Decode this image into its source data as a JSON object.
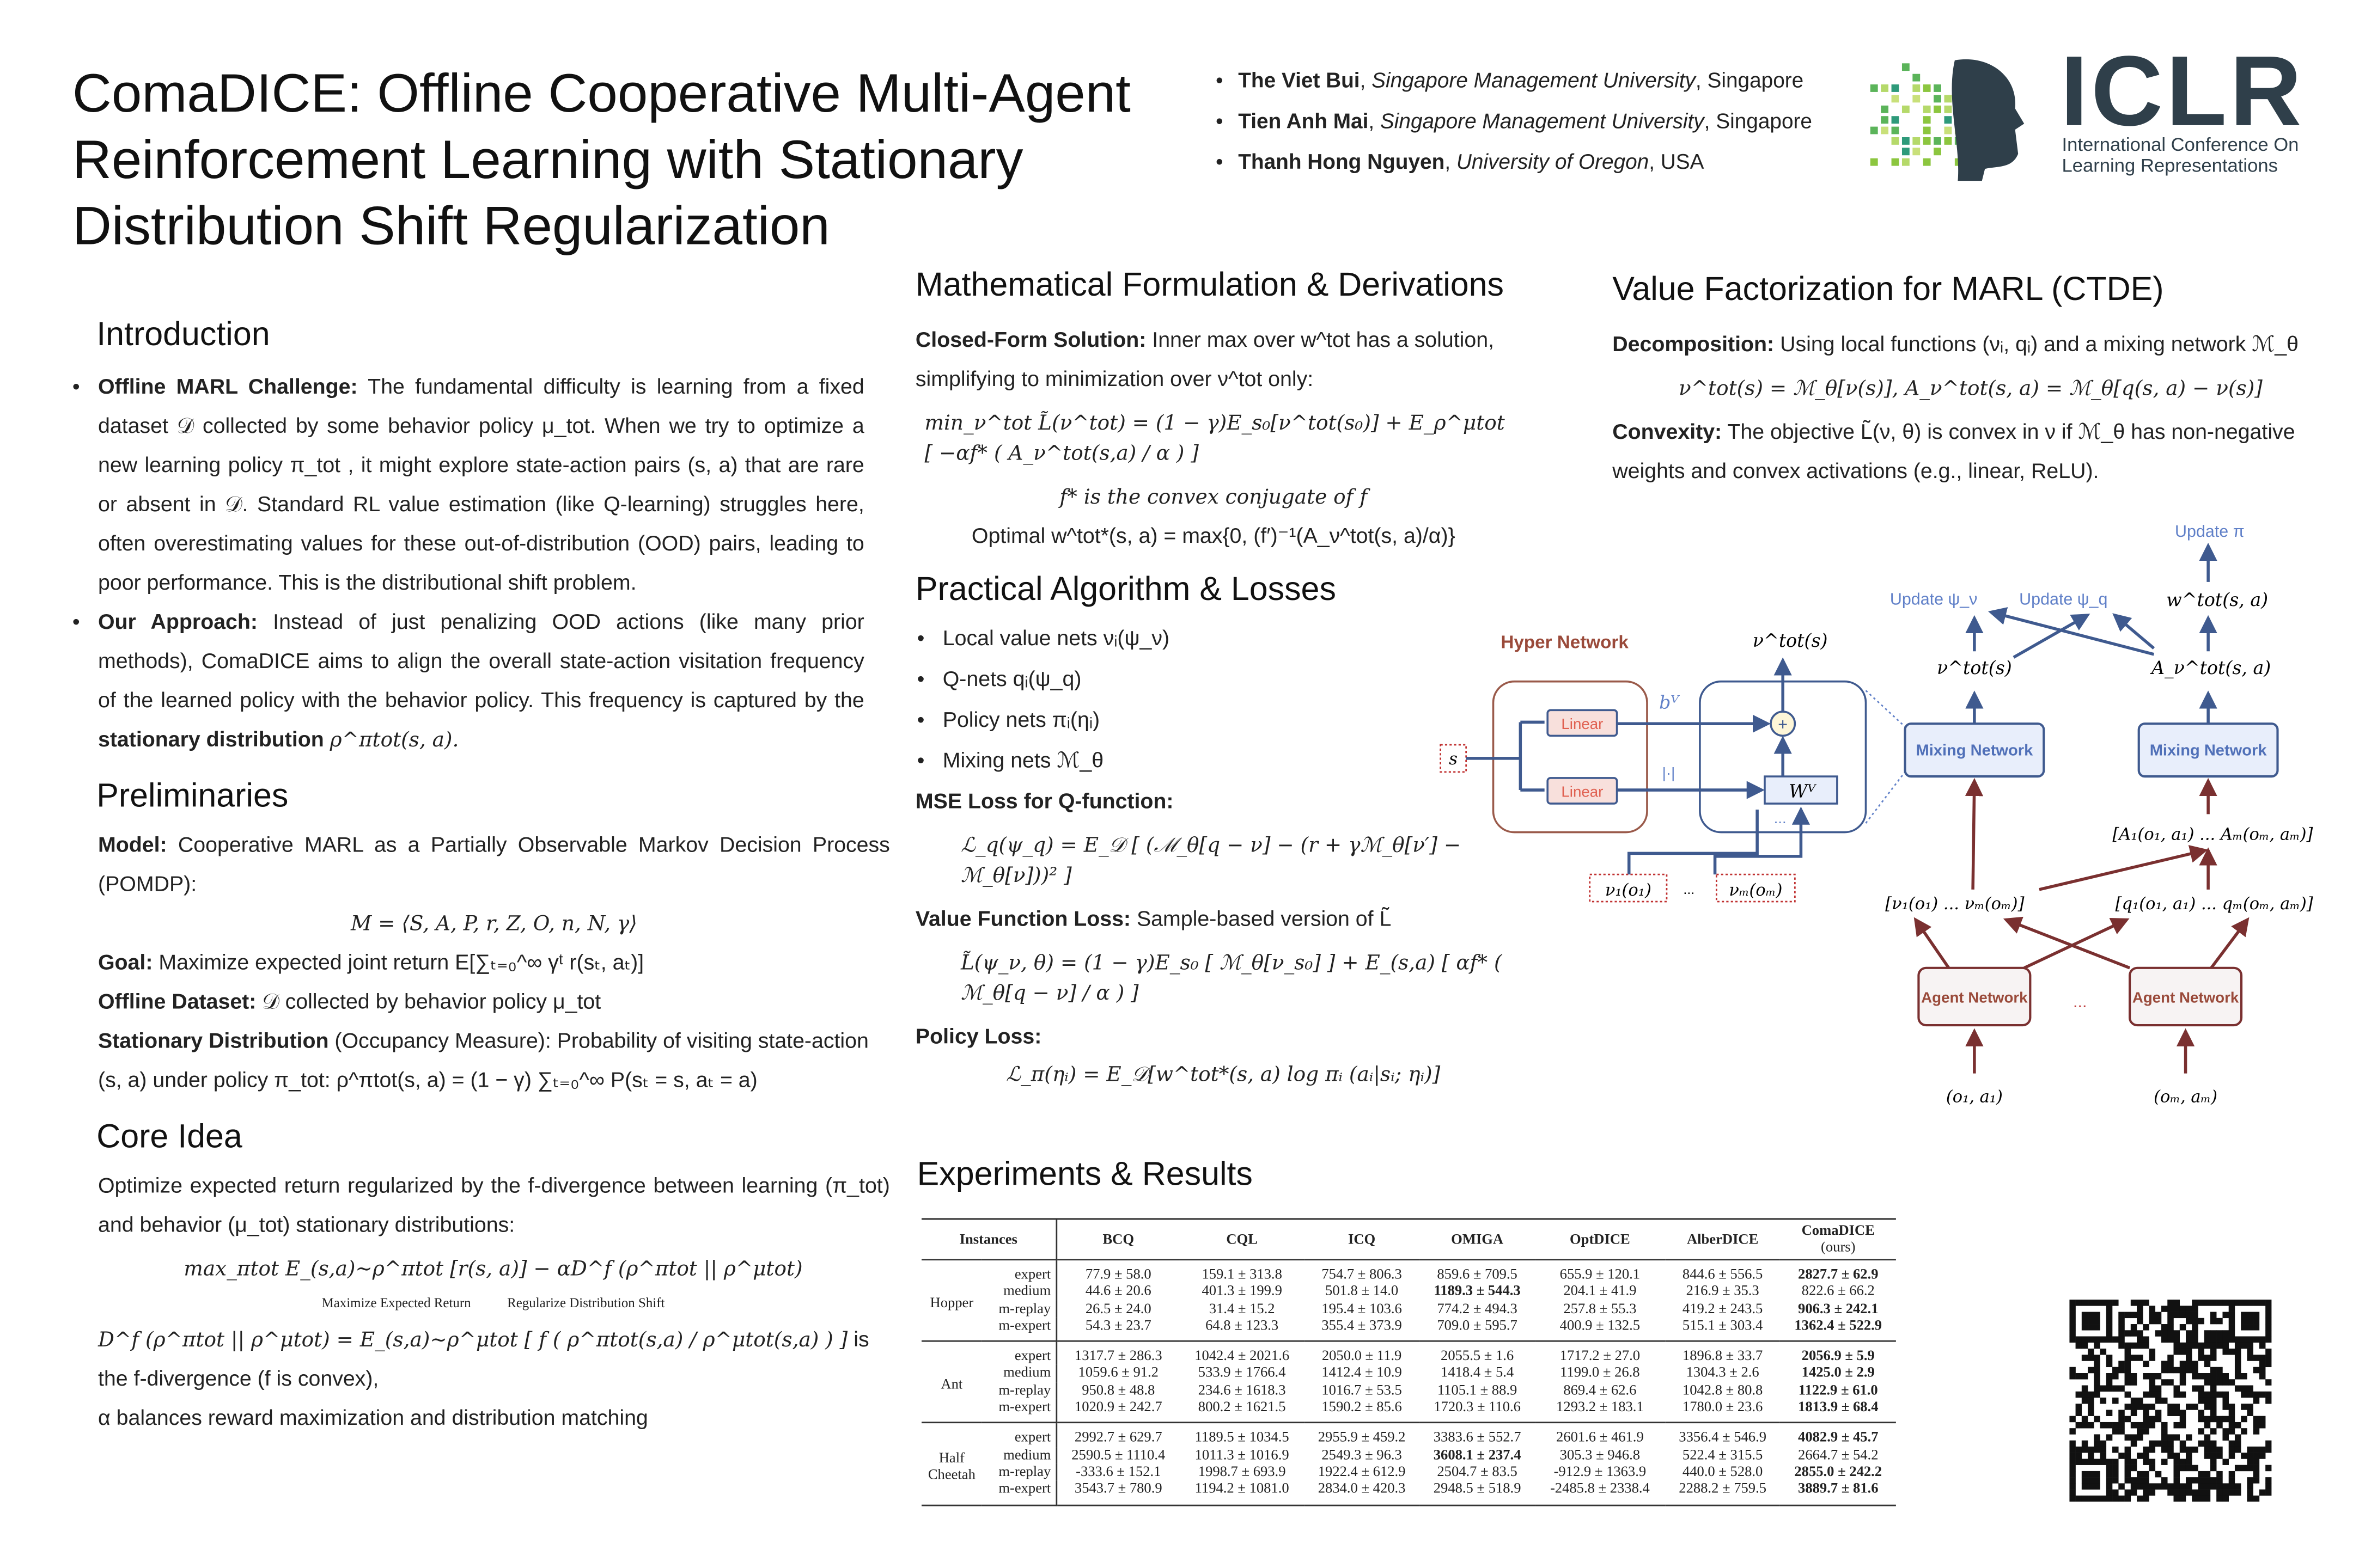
{
  "title": "ComaDICE: Offline Cooperative Multi-Agent Reinforcement Learning with Stationary Distribution Shift Regularization",
  "authors": [
    {
      "name": "The Viet Bui",
      "affiliation": "Singapore Management University",
      "location": "Singapore"
    },
    {
      "name": "Tien Anh Mai",
      "affiliation": "Singapore Management University",
      "location": "Singapore"
    },
    {
      "name": "Thanh Hong Nguyen",
      "affiliation": "University of Oregon",
      "location": "USA"
    }
  ],
  "logo": {
    "text": "ICLR",
    "subtitle_1": "International Conference On",
    "subtitle_2": "Learning Representations",
    "colors": {
      "dark": "#2f3f4a",
      "green": "#8cc63f"
    }
  },
  "introduction": {
    "heading": "Introduction",
    "bullets": [
      {
        "lead": "Offline MARL Challenge:",
        "text": "The fundamental difficulty is learning from a fixed dataset 𝒟 collected by some behavior policy μ_tot. When we try to optimize a new learning policy π_tot , it might explore state-action pairs (s, a) that are rare or absent in 𝒟. Standard RL value estimation (like Q-learning) struggles here, often overestimating values for these out-of-distribution (OOD) pairs, leading to poor performance. This is the distributional shift problem."
      },
      {
        "lead": "Our Approach:",
        "text": "Instead of just penalizing OOD actions (like many prior methods), ComaDICE aims to align the overall state-action visitation frequency of the learned policy with the behavior policy. This frequency is captured by the",
        "lead2": "stationary distribution",
        "tail": "ρ^πtot(s, a)."
      }
    ]
  },
  "preliminaries": {
    "heading": "Preliminaries",
    "model_lead": "Model:",
    "model_text": "Cooperative MARL as a Partially Observable Markov Decision Process (POMDP):",
    "model_formula": "M = ⟨S, A, P, r, Z, O, n, N, γ⟩",
    "goal_lead": "Goal:",
    "goal_text": "Maximize expected joint return E[∑ₜ₌₀^∞ γᵗ r(sₜ, aₜ)]",
    "dataset_lead": "Offline Dataset:",
    "dataset_text": "𝒟 collected by behavior policy μ_tot",
    "stationary_lead": "Stationary Distribution",
    "stationary_text": "(Occupancy Measure): Probability of visiting state-action (s, a) under policy π_tot: ρ^πtot(s, a) = (1 − γ) ∑ₜ₌₀^∞ P(sₜ = s, aₜ = a)"
  },
  "core_idea": {
    "heading": "Core Idea",
    "text": "Optimize expected return regularized by the f-divergence between learning (π_tot) and behavior (μ_tot) stationary distributions:",
    "objective": "max_πtot  E_(s,a)∼ρ^πtot [r(s, a)]  −  αD^f (ρ^πtot || ρ^μtot)",
    "brace_left": "Maximize Expected Return",
    "brace_right": "Regularize Distribution Shift",
    "divergence_formula": "D^f (ρ^πtot || ρ^μtot) = E_(s,a)∼ρ^μtot [ f ( ρ^πtot(s,a) / ρ^μtot(s,a) ) ]",
    "divergence_text": "is the f-divergence (f is convex),",
    "alpha_text": "α balances reward maximization and distribution matching"
  },
  "math": {
    "heading": "Mathematical Formulation & Derivations",
    "closed_lead": "Closed-Form Solution:",
    "closed_text": "Inner max over w^tot has a solution, simplifying to minimization over ν^tot only:",
    "formula": "min_ν^tot  L̃(ν^tot) = (1 − γ)E_s₀[ν^tot(s₀)] + E_ρ^μtot [ −αf* ( A_ν^tot(s,a) / α ) ]",
    "conjugate": "f* is the convex conjugate of f",
    "optimal": "Optimal w^tot*(s, a) = max{0, (f′)⁻¹(A_ν^tot(s, a)/α)}"
  },
  "algorithm": {
    "heading": "Practical Algorithm & Losses",
    "bullets": [
      "Local value nets νᵢ(ψ_ν)",
      "Q-nets qᵢ(ψ_q)",
      "Policy nets πᵢ(ηᵢ)",
      "Mixing nets ℳ_θ"
    ],
    "mse_heading": "MSE Loss for Q-function:",
    "mse_formula": "ℒ_q(ψ_q) = E_𝒟 [ (ℳ_θ[q − ν] − (r + γℳ_θ[ν′] − ℳ_θ[ν]))² ]",
    "value_lead": "Value Function Loss:",
    "value_text": "Sample-based version of L̃",
    "value_formula": "L̃(ψ_ν, θ) = (1 − γ)E_s₀ [ ℳ_θ[ν_s₀] ] + E_(s,a) [ αf* ( ℳ_θ[q − ν] / α ) ]",
    "policy_heading": "Policy Loss:",
    "policy_formula": "ℒ_π(ηᵢ) = E_𝒟[w^tot*(s, a) log πᵢ (aᵢ|sᵢ; ηᵢ)]"
  },
  "factorization": {
    "heading": "Value Factorization for MARL (CTDE)",
    "decomp_lead": "Decomposition:",
    "decomp_text": "Using local functions (νᵢ, qᵢ) and a mixing network ℳ_θ",
    "decomp_formula": "ν^tot(s) = ℳ_θ[ν(s)],  A_ν^tot(s, a) = ℳ_θ[q(s, a) − ν(s)]",
    "convex_lead": "Convexity:",
    "convex_text": "The objective L̃(ν, θ) is convex in ν if ℳ_θ has non-negative weights and convex activations (e.g., linear, ReLU)."
  },
  "diagram": {
    "hyper_network": "Hyper Network",
    "state": "s",
    "linear": "Linear",
    "bias": "bⱽ",
    "abs": "|·|",
    "weight": "Wⱽ",
    "plus": "+",
    "dots": "...",
    "vtot_out": "ν^tot(s)",
    "local_v1": "ν₁(o₁)",
    "local_vm": "νₘ(oₘ)",
    "mixing_network": "Mixing Network",
    "vtot": "ν^tot(s)",
    "atot": "A_ν^tot(s, a)",
    "update_psi_v": "Update ψ_ν",
    "update_psi_q": "Update ψ_q",
    "wtot": "w^tot(s, a)",
    "update_pi": "Update π",
    "advantages": "[A₁(o₁, a₁) ... Aₘ(oₘ, aₘ)]",
    "values": "[ν₁(o₁) ... νₘ(oₘ)]",
    "qvalues": "[q₁(o₁, a₁) ... qₘ(oₘ, aₘ)]",
    "agent_network": "Agent Network",
    "input_1": "(o₁, a₁)",
    "input_m": "(oₘ, aₘ)",
    "colors": {
      "blue": "#3f5a8f",
      "brown": "#7a3030",
      "light_blue": "#e8eefb",
      "update": "#6080c8",
      "linear_fill": "#f8e0dc",
      "linear_text": "#e06050"
    }
  },
  "experiments": {
    "heading": "Experiments & Results",
    "columns": [
      "Instances",
      "BCQ",
      "CQL",
      "ICQ",
      "OMIGA",
      "OptDICE",
      "AlberDICE",
      "ComaDICE"
    ],
    "ours_label": "(ours)",
    "groups": [
      {
        "name": "Hopper",
        "rows": [
          {
            "instance": "expert",
            "values": [
              "77.9 ± 58.0",
              "159.1 ± 313.8",
              "754.7 ± 806.3",
              "859.6 ± 709.5",
              "655.9 ± 120.1",
              "844.6 ± 556.5",
              "2827.7 ± 62.9"
            ],
            "bold": [
              6
            ]
          },
          {
            "instance": "medium",
            "values": [
              "44.6 ± 20.6",
              "401.3 ± 199.9",
              "501.8 ± 14.0",
              "1189.3 ± 544.3",
              "204.1 ± 41.9",
              "216.9 ± 35.3",
              "822.6 ± 66.2"
            ],
            "bold": [
              3
            ]
          },
          {
            "instance": "m-replay",
            "values": [
              "26.5 ± 24.0",
              "31.4 ± 15.2",
              "195.4 ± 103.6",
              "774.2 ± 494.3",
              "257.8 ± 55.3",
              "419.2 ± 243.5",
              "906.3 ± 242.1"
            ],
            "bold": [
              6
            ]
          },
          {
            "instance": "m-expert",
            "values": [
              "54.3 ± 23.7",
              "64.8 ± 123.3",
              "355.4 ± 373.9",
              "709.0 ± 595.7",
              "400.9 ± 132.5",
              "515.1 ± 303.4",
              "1362.4 ± 522.9"
            ],
            "bold": [
              6
            ]
          }
        ]
      },
      {
        "name": "Ant",
        "rows": [
          {
            "instance": "expert",
            "values": [
              "1317.7 ± 286.3",
              "1042.4 ± 2021.6",
              "2050.0 ± 11.9",
              "2055.5 ± 1.6",
              "1717.2 ± 27.0",
              "1896.8 ± 33.7",
              "2056.9 ± 5.9"
            ],
            "bold": [
              6
            ]
          },
          {
            "instance": "medium",
            "values": [
              "1059.6 ± 91.2",
              "533.9 ± 1766.4",
              "1412.4 ± 10.9",
              "1418.4 ± 5.4",
              "1199.0 ± 26.8",
              "1304.3 ± 2.6",
              "1425.0 ± 2.9"
            ],
            "bold": [
              6
            ]
          },
          {
            "instance": "m-replay",
            "values": [
              "950.8 ± 48.8",
              "234.6 ± 1618.3",
              "1016.7 ± 53.5",
              "1105.1 ± 88.9",
              "869.4 ± 62.6",
              "1042.8 ± 80.8",
              "1122.9 ± 61.0"
            ],
            "bold": [
              6
            ]
          },
          {
            "instance": "m-expert",
            "values": [
              "1020.9 ± 242.7",
              "800.2 ± 1621.5",
              "1590.2 ± 85.6",
              "1720.3 ± 110.6",
              "1293.2 ± 183.1",
              "1780.0 ± 23.6",
              "1813.9 ± 68.4"
            ],
            "bold": [
              6
            ]
          }
        ]
      },
      {
        "name": "Half Cheetah",
        "rows": [
          {
            "instance": "expert",
            "values": [
              "2992.7 ± 629.7",
              "1189.5 ± 1034.5",
              "2955.9 ± 459.2",
              "3383.6 ± 552.7",
              "2601.6 ± 461.9",
              "3356.4 ± 546.9",
              "4082.9 ± 45.7"
            ],
            "bold": [
              6
            ]
          },
          {
            "instance": "medium",
            "values": [
              "2590.5 ± 1110.4",
              "1011.3 ± 1016.9",
              "2549.3 ± 96.3",
              "3608.1 ± 237.4",
              "305.3 ± 946.8",
              "522.4 ± 315.5",
              "2664.7 ± 54.2"
            ],
            "bold": [
              3
            ]
          },
          {
            "instance": "m-replay",
            "values": [
              "-333.6 ± 152.1",
              "1998.7 ± 693.9",
              "1922.4 ± 612.9",
              "2504.7 ± 83.5",
              "-912.9 ± 1363.9",
              "440.0 ± 528.0",
              "2855.0 ± 242.2"
            ],
            "bold": [
              6
            ]
          },
          {
            "instance": "m-expert",
            "values": [
              "3543.7 ± 780.9",
              "1194.2 ± 1081.0",
              "2834.0 ± 420.3",
              "2948.5 ± 518.9",
              "-2485.8 ± 2338.4",
              "2288.2 ± 759.5",
              "3889.7 ± 81.6"
            ],
            "bold": [
              6
            ]
          }
        ]
      }
    ]
  },
  "qr_code": {
    "icon": "qr-code"
  }
}
